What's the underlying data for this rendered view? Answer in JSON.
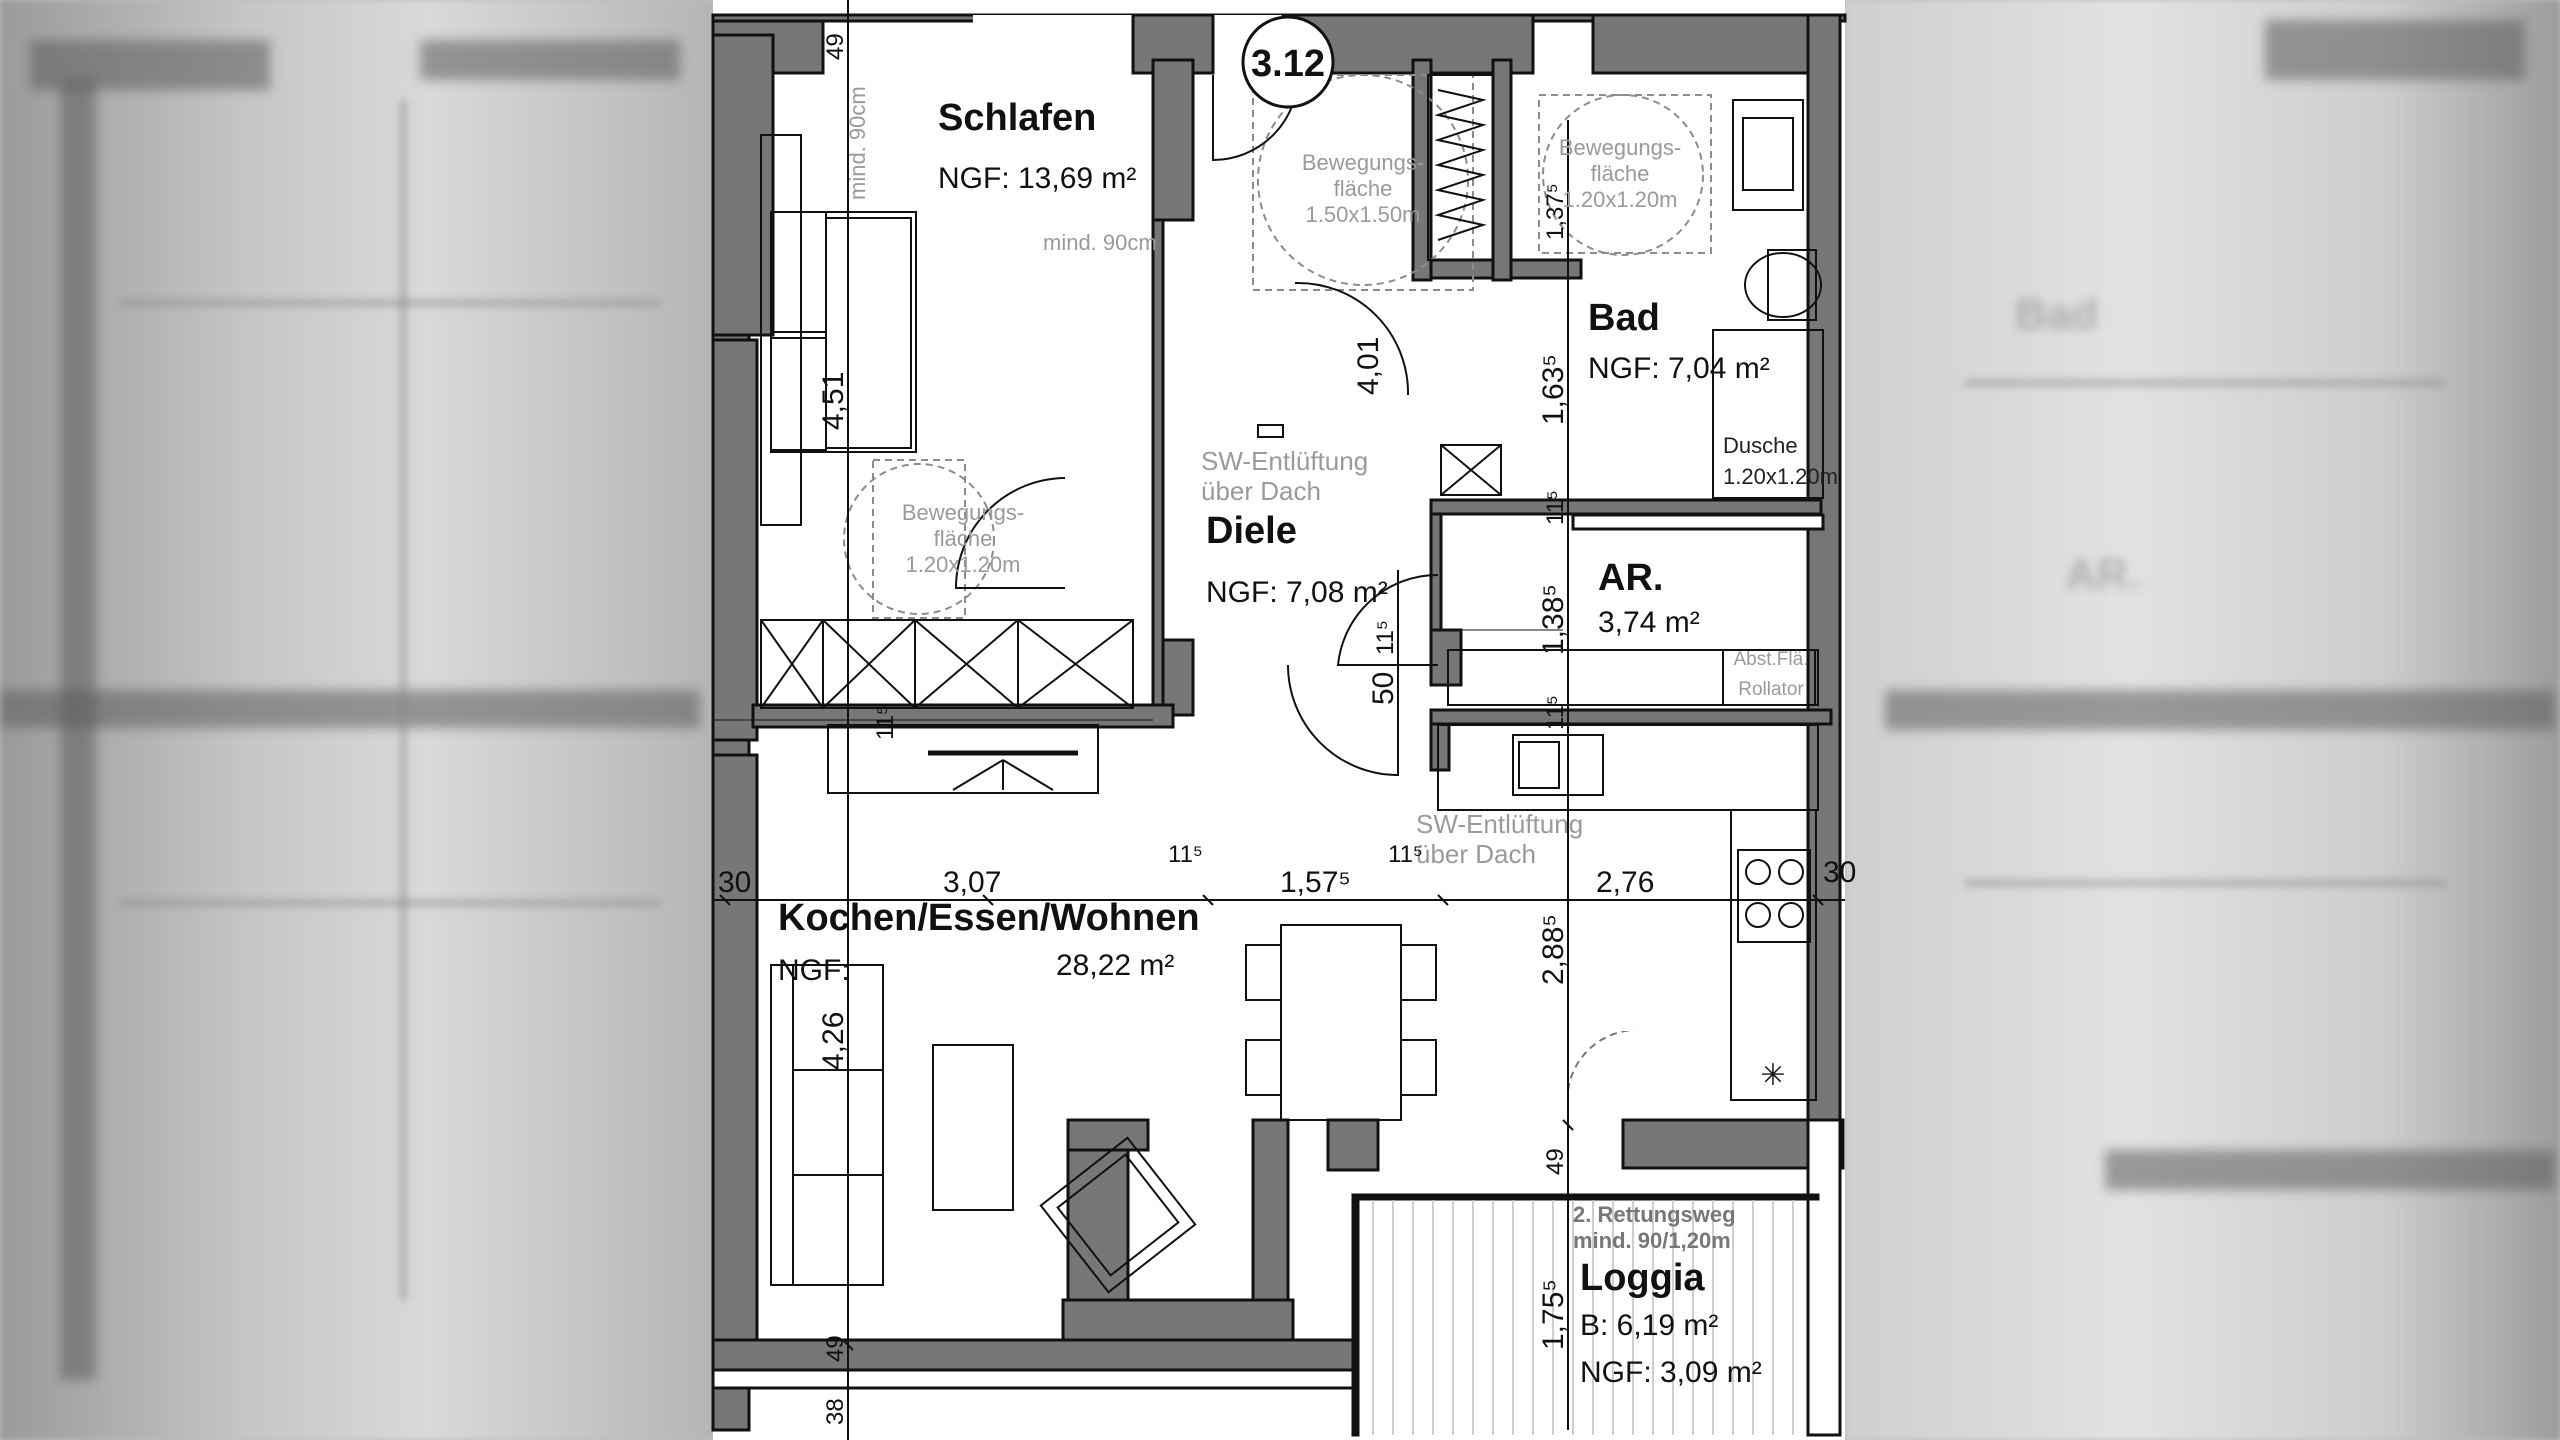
{
  "unit_id": "3.12",
  "rooms": {
    "schlafen": {
      "name": "Schlafen",
      "area": "NGF: 13,69 m²"
    },
    "diele": {
      "name": "Diele",
      "area": "NGF: 7,08 m²"
    },
    "bad": {
      "name": "Bad",
      "area": "NGF: 7,04 m²"
    },
    "ar": {
      "name": "AR.",
      "area": "3,74 m²"
    },
    "kochen": {
      "name": "Kochen/Essen/Wohnen",
      "area_label": "NGF:",
      "area": "28,22 m²"
    },
    "loggia": {
      "name": "Loggia",
      "b_area": "B:       6,19 m²",
      "ngf_area": "NGF: 3,09 m²"
    }
  },
  "notes": {
    "mind90_vertical": "mind. 90cm",
    "mind90": "mind. 90cm",
    "bewegung_150_l1": "Bewegungs-",
    "bewegung_150_l2": "fläche",
    "bewegung_150_l3": "1.50x1.50m",
    "bewegung_bad_l1": "Bewegungs-",
    "bewegung_bad_l2": "fläche",
    "bewegung_bad_l3": "1.20x1.20m",
    "bewegung_sch_l1": "Bewegungs-",
    "bewegung_sch_l2": "fläche",
    "bewegung_sch_l3": "1.20x1.20m",
    "sw_diele_l1": "SW-Entlüftung",
    "sw_diele_l2": "über Dach",
    "sw_kueche_l1": "SW-Entlüftung",
    "sw_kueche_l2": "über Dach",
    "dusche_l1": "Dusche",
    "dusche_l2": "1.20x1.20m",
    "abst_l1": "Abst.Flä.",
    "abst_l2": "Rollator",
    "rettung_l1": "2. Rettungsweg",
    "rettung_l2": "mind. 90/1,20m"
  },
  "dimensions": {
    "d_49_top": "49",
    "d_451": "4,51",
    "d_401": "4,01",
    "d_1375": "1,37⁵",
    "d_1635": "1,63⁵",
    "d_115_bad": "11⁵",
    "d_1385": "1,38⁵",
    "d_115_ar": "11⁵",
    "d_50": "50",
    "d_115_diele": "11⁵",
    "d_115_sch": "11⁵",
    "d_30_left": "30",
    "d_307": "3,07",
    "d_115_mid1": "11⁵",
    "d_1575": "1,57⁵",
    "d_115_mid2": "11⁵",
    "d_276": "2,76",
    "d_30_right": "30",
    "d_426": "4,26",
    "d_2885": "2,88⁵",
    "d_49_log": "49",
    "d_1755": "1,75⁵",
    "d_49_bot": "49",
    "d_38_bot": "38"
  },
  "colors": {
    "wall": "#777777",
    "line": "#111111",
    "annotation": "#9a9a9a",
    "background": "#bdbdbd"
  }
}
